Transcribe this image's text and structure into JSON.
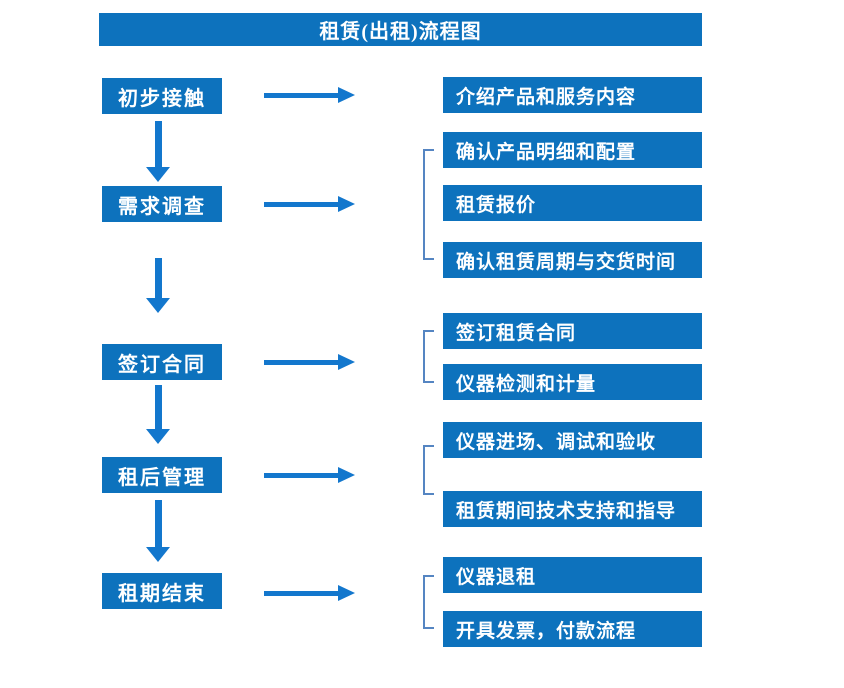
{
  "title": "租赁(出租)流程图",
  "colors": {
    "box_blue": "#0d72bd",
    "arrow_blue": "#1377cd",
    "bracket_blue": "#5585c2",
    "text_white": "#ffffff",
    "background": "#ffffff"
  },
  "steps": [
    {
      "label": "初步接触",
      "substeps": [
        "介绍产品和服务内容"
      ]
    },
    {
      "label": "需求调查",
      "substeps": [
        "确认产品明细和配置",
        "租赁报价",
        "确认租赁周期与交货时间"
      ]
    },
    {
      "label": "签订合同",
      "substeps": [
        "签订租赁合同",
        "仪器检测和计量"
      ]
    },
    {
      "label": "租后管理",
      "substeps": [
        "仪器进场、调试和验收",
        "租赁期间技术支持和指导"
      ]
    },
    {
      "label": "租期结束",
      "substeps": [
        "仪器退租",
        "开具发票，付款流程"
      ]
    }
  ]
}
